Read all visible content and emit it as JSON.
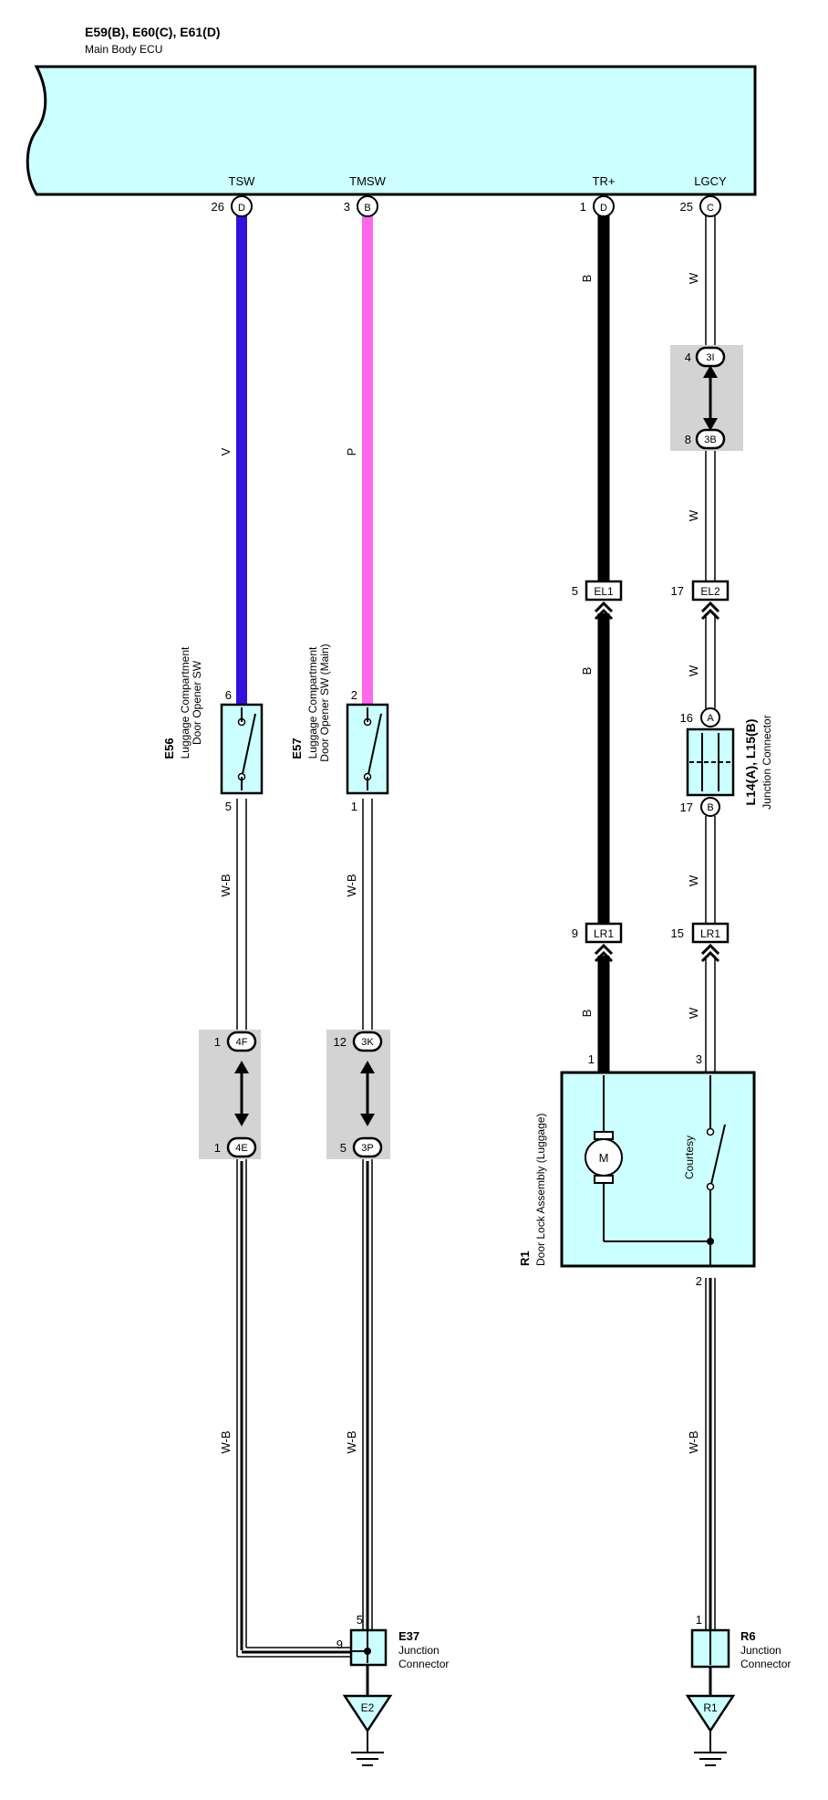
{
  "ecu": {
    "codes": "E59(B), E60(C), E61(D)",
    "name": "Main Body ECU",
    "terminals": [
      {
        "label": "TSW",
        "pin": "26",
        "conn": "D"
      },
      {
        "label": "TMSW",
        "pin": "3",
        "conn": "B"
      },
      {
        "label": "TR+",
        "pin": "1",
        "conn": "D"
      },
      {
        "label": "LGCY",
        "pin": "25",
        "conn": "C"
      }
    ]
  },
  "wire_colors": {
    "tsw_upper": "V",
    "tmsw_upper": "P",
    "trp_1": "B",
    "trp_2": "B",
    "trp_3": "B",
    "lgcy_1": "W",
    "lgcy_2": "W",
    "lgcy_3": "W",
    "lgcy_4": "W",
    "lgcy_5": "W",
    "tsw_lower_1": "W-B",
    "tsw_lower_2": "W-B",
    "tmsw_lower_1": "W-B",
    "tmsw_lower_2": "W-B",
    "r1_ground": "W-B"
  },
  "colors": {
    "violet": "#3311dd",
    "pink": "#ff66ee",
    "black": "#000000",
    "component_fill": "#ccffff",
    "connector_fill": "#d3d3d3"
  },
  "connectors": {
    "c_3i": {
      "code": "3I",
      "pin": "4"
    },
    "c_3b": {
      "code": "3B",
      "pin": "8"
    },
    "el1": {
      "code": "EL1",
      "pin": "5"
    },
    "el2": {
      "code": "EL2",
      "pin": "17"
    },
    "lr1_a": {
      "code": "LR1",
      "pin": "9"
    },
    "lr1_b": {
      "code": "LR1",
      "pin": "15"
    },
    "c_4f": {
      "code": "4F",
      "pin": "1"
    },
    "c_4e": {
      "code": "4E",
      "pin": "1"
    },
    "c_3k": {
      "code": "3K",
      "pin": "12"
    },
    "c_3p": {
      "code": "3P",
      "pin": "5"
    }
  },
  "e56": {
    "code": "E56",
    "line1": "Luggage Compartment",
    "line2": "Door Opener SW",
    "pin_top": "6",
    "pin_bottom": "5"
  },
  "e57": {
    "code": "E57",
    "line1": "Luggage Compartment",
    "line2": "Door Opener SW (Main)",
    "pin_top": "2",
    "pin_bottom": "1"
  },
  "l14": {
    "code": "L14(A), L15(B)",
    "name": "Junction Connector",
    "pin_a": "16",
    "conn_a": "A",
    "pin_b": "17",
    "conn_b": "B"
  },
  "r1": {
    "code": "R1",
    "name": "Door Lock Assembly (Luggage)",
    "motor": "M",
    "switch_label": "Courtesy",
    "pin1": "1",
    "pin3": "3",
    "pin2": "2"
  },
  "e37": {
    "code": "E37",
    "line1": "Junction",
    "line2": "Connector",
    "pin5": "5",
    "pin9": "9",
    "ground": "E2"
  },
  "r6": {
    "code": "R6",
    "line1": "Junction",
    "line2": "Connector",
    "pin1": "1",
    "ground": "R1"
  }
}
